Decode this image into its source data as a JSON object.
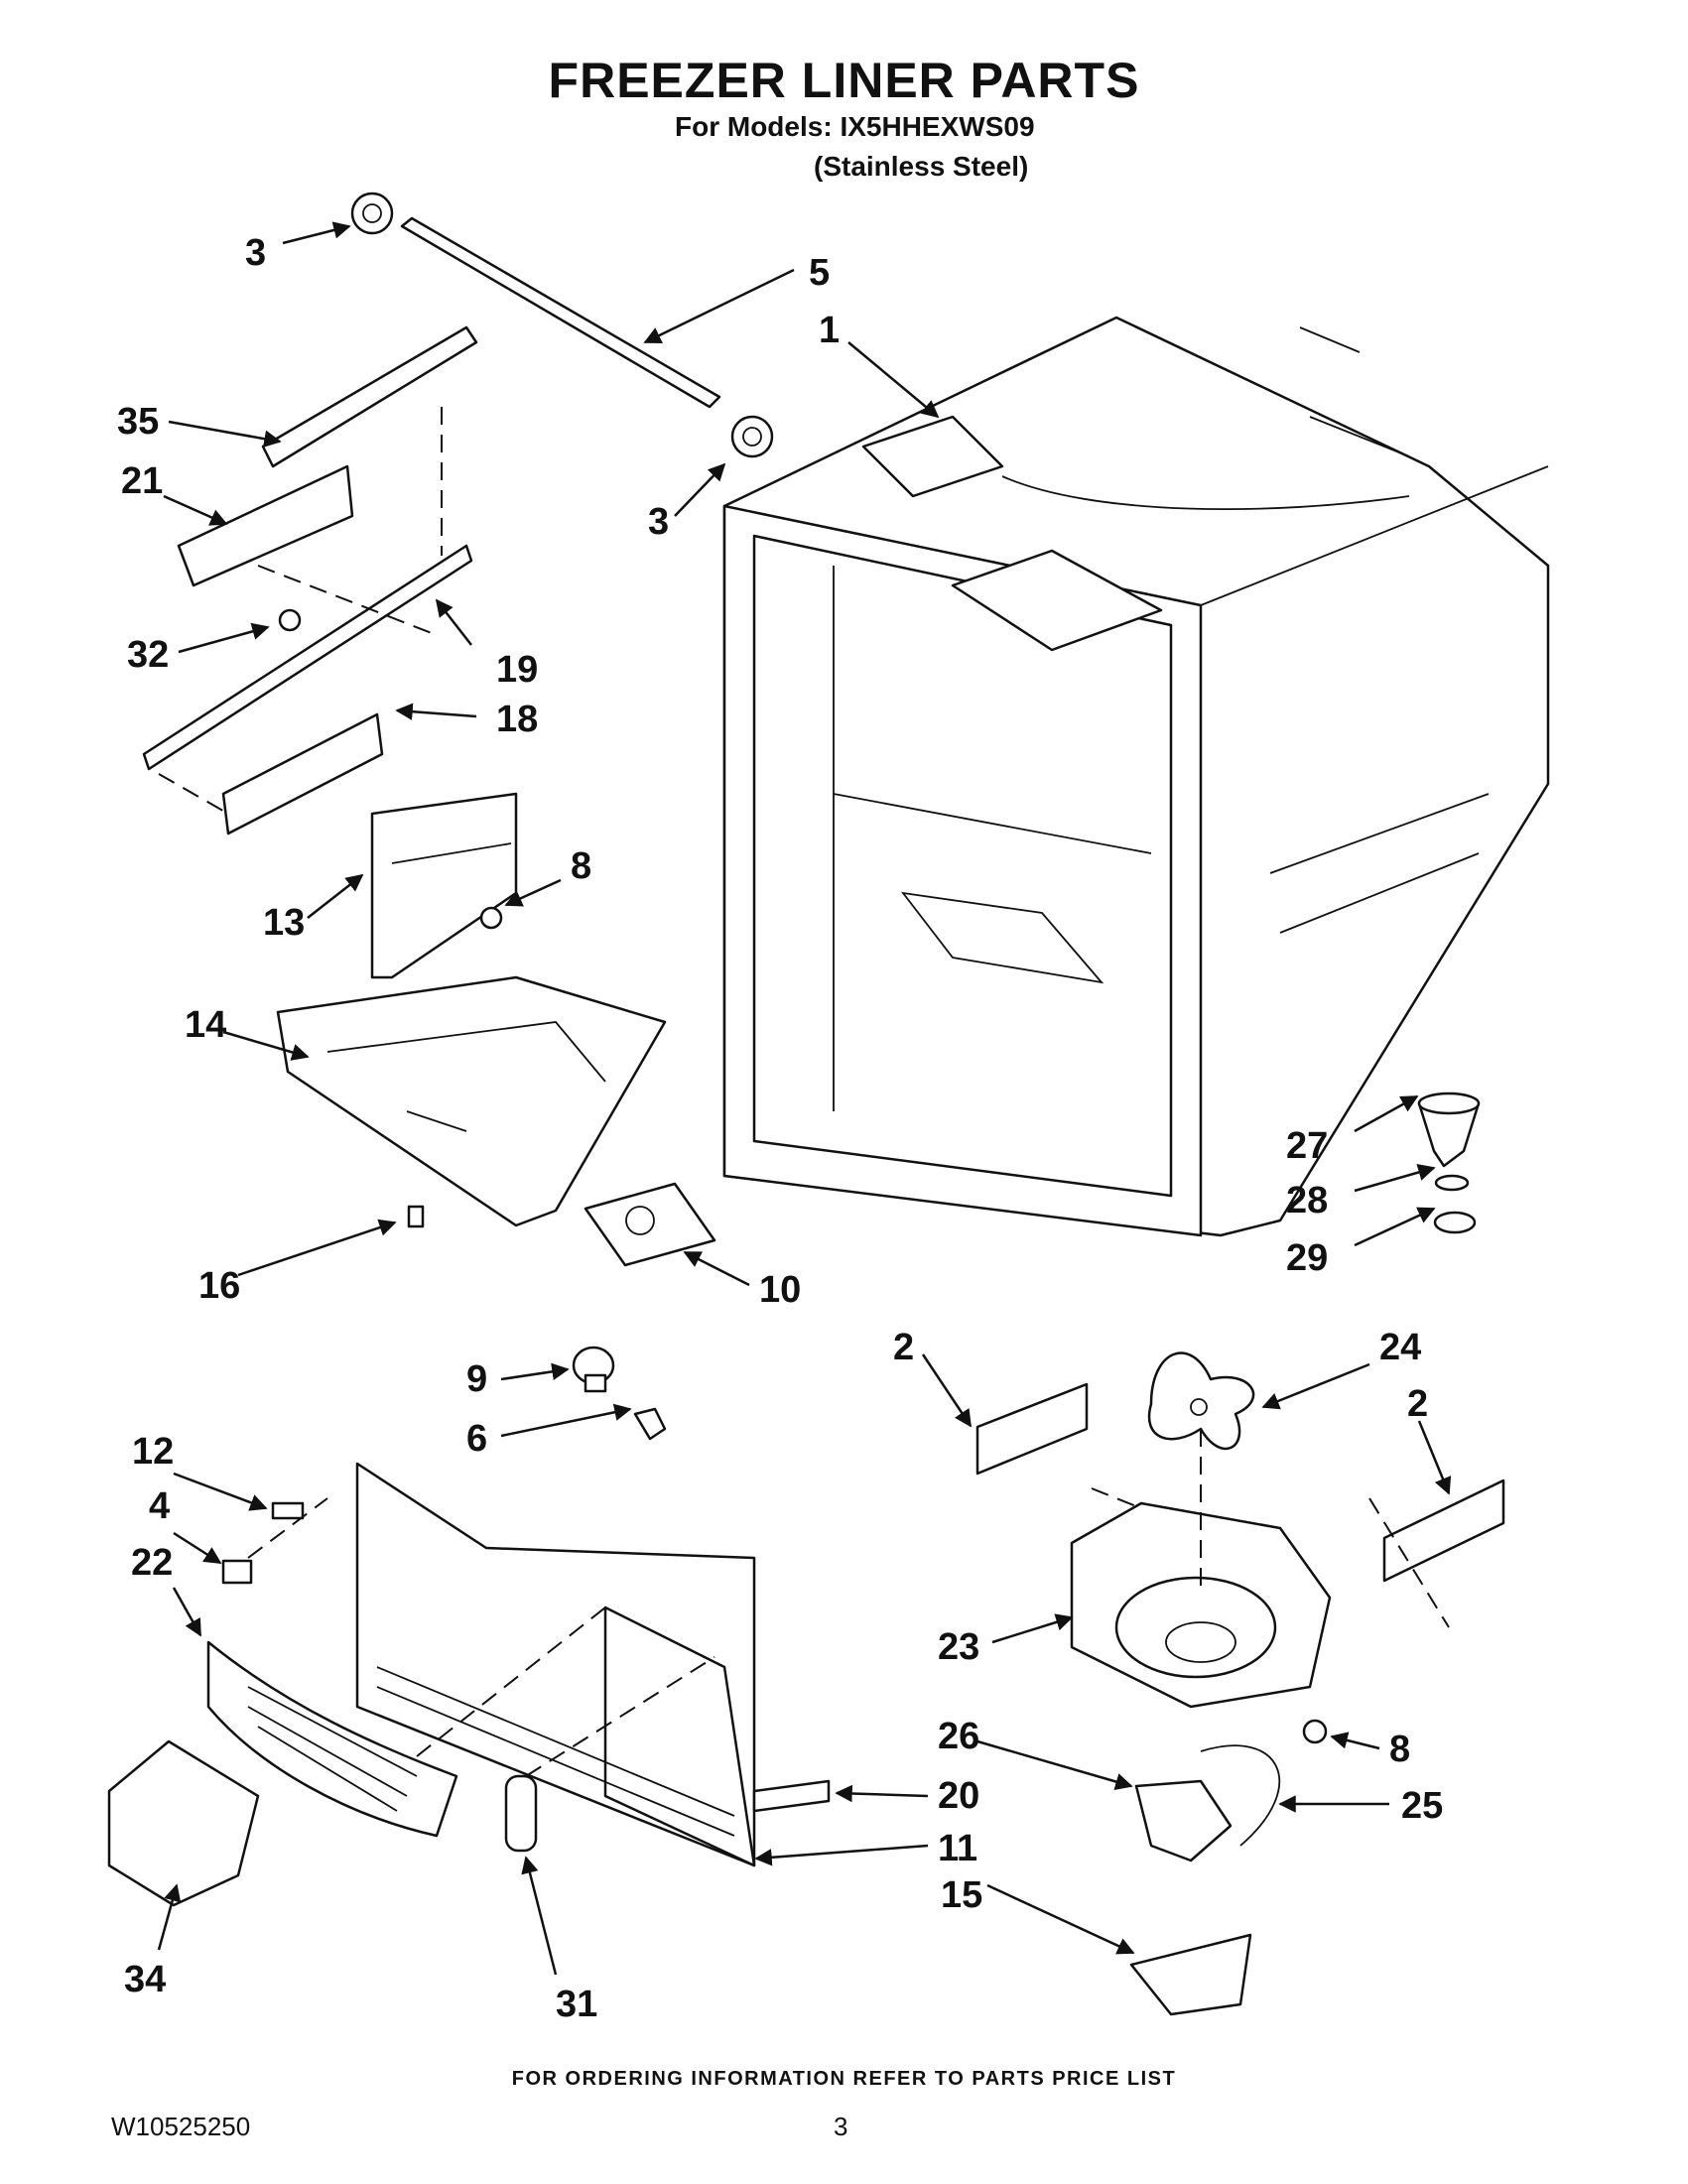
{
  "header": {
    "title": "FREEZER LINER PARTS",
    "models": "For Models: IX5HHEXWS09",
    "variant": "(Stainless Steel)"
  },
  "footer": {
    "ordering_note": "FOR ORDERING INFORMATION REFER TO PARTS PRICE LIST",
    "doc_number": "W10525250",
    "page_number": "3"
  },
  "callouts": [
    "3",
    "5",
    "1",
    "35",
    "21",
    "3",
    "32",
    "19",
    "18",
    "8",
    "13",
    "14",
    "27",
    "28",
    "29",
    "16",
    "10",
    "2",
    "24",
    "2",
    "9",
    "6",
    "12",
    "4",
    "22",
    "23",
    "8",
    "26",
    "25",
    "20",
    "11",
    "15",
    "34",
    "31"
  ]
}
